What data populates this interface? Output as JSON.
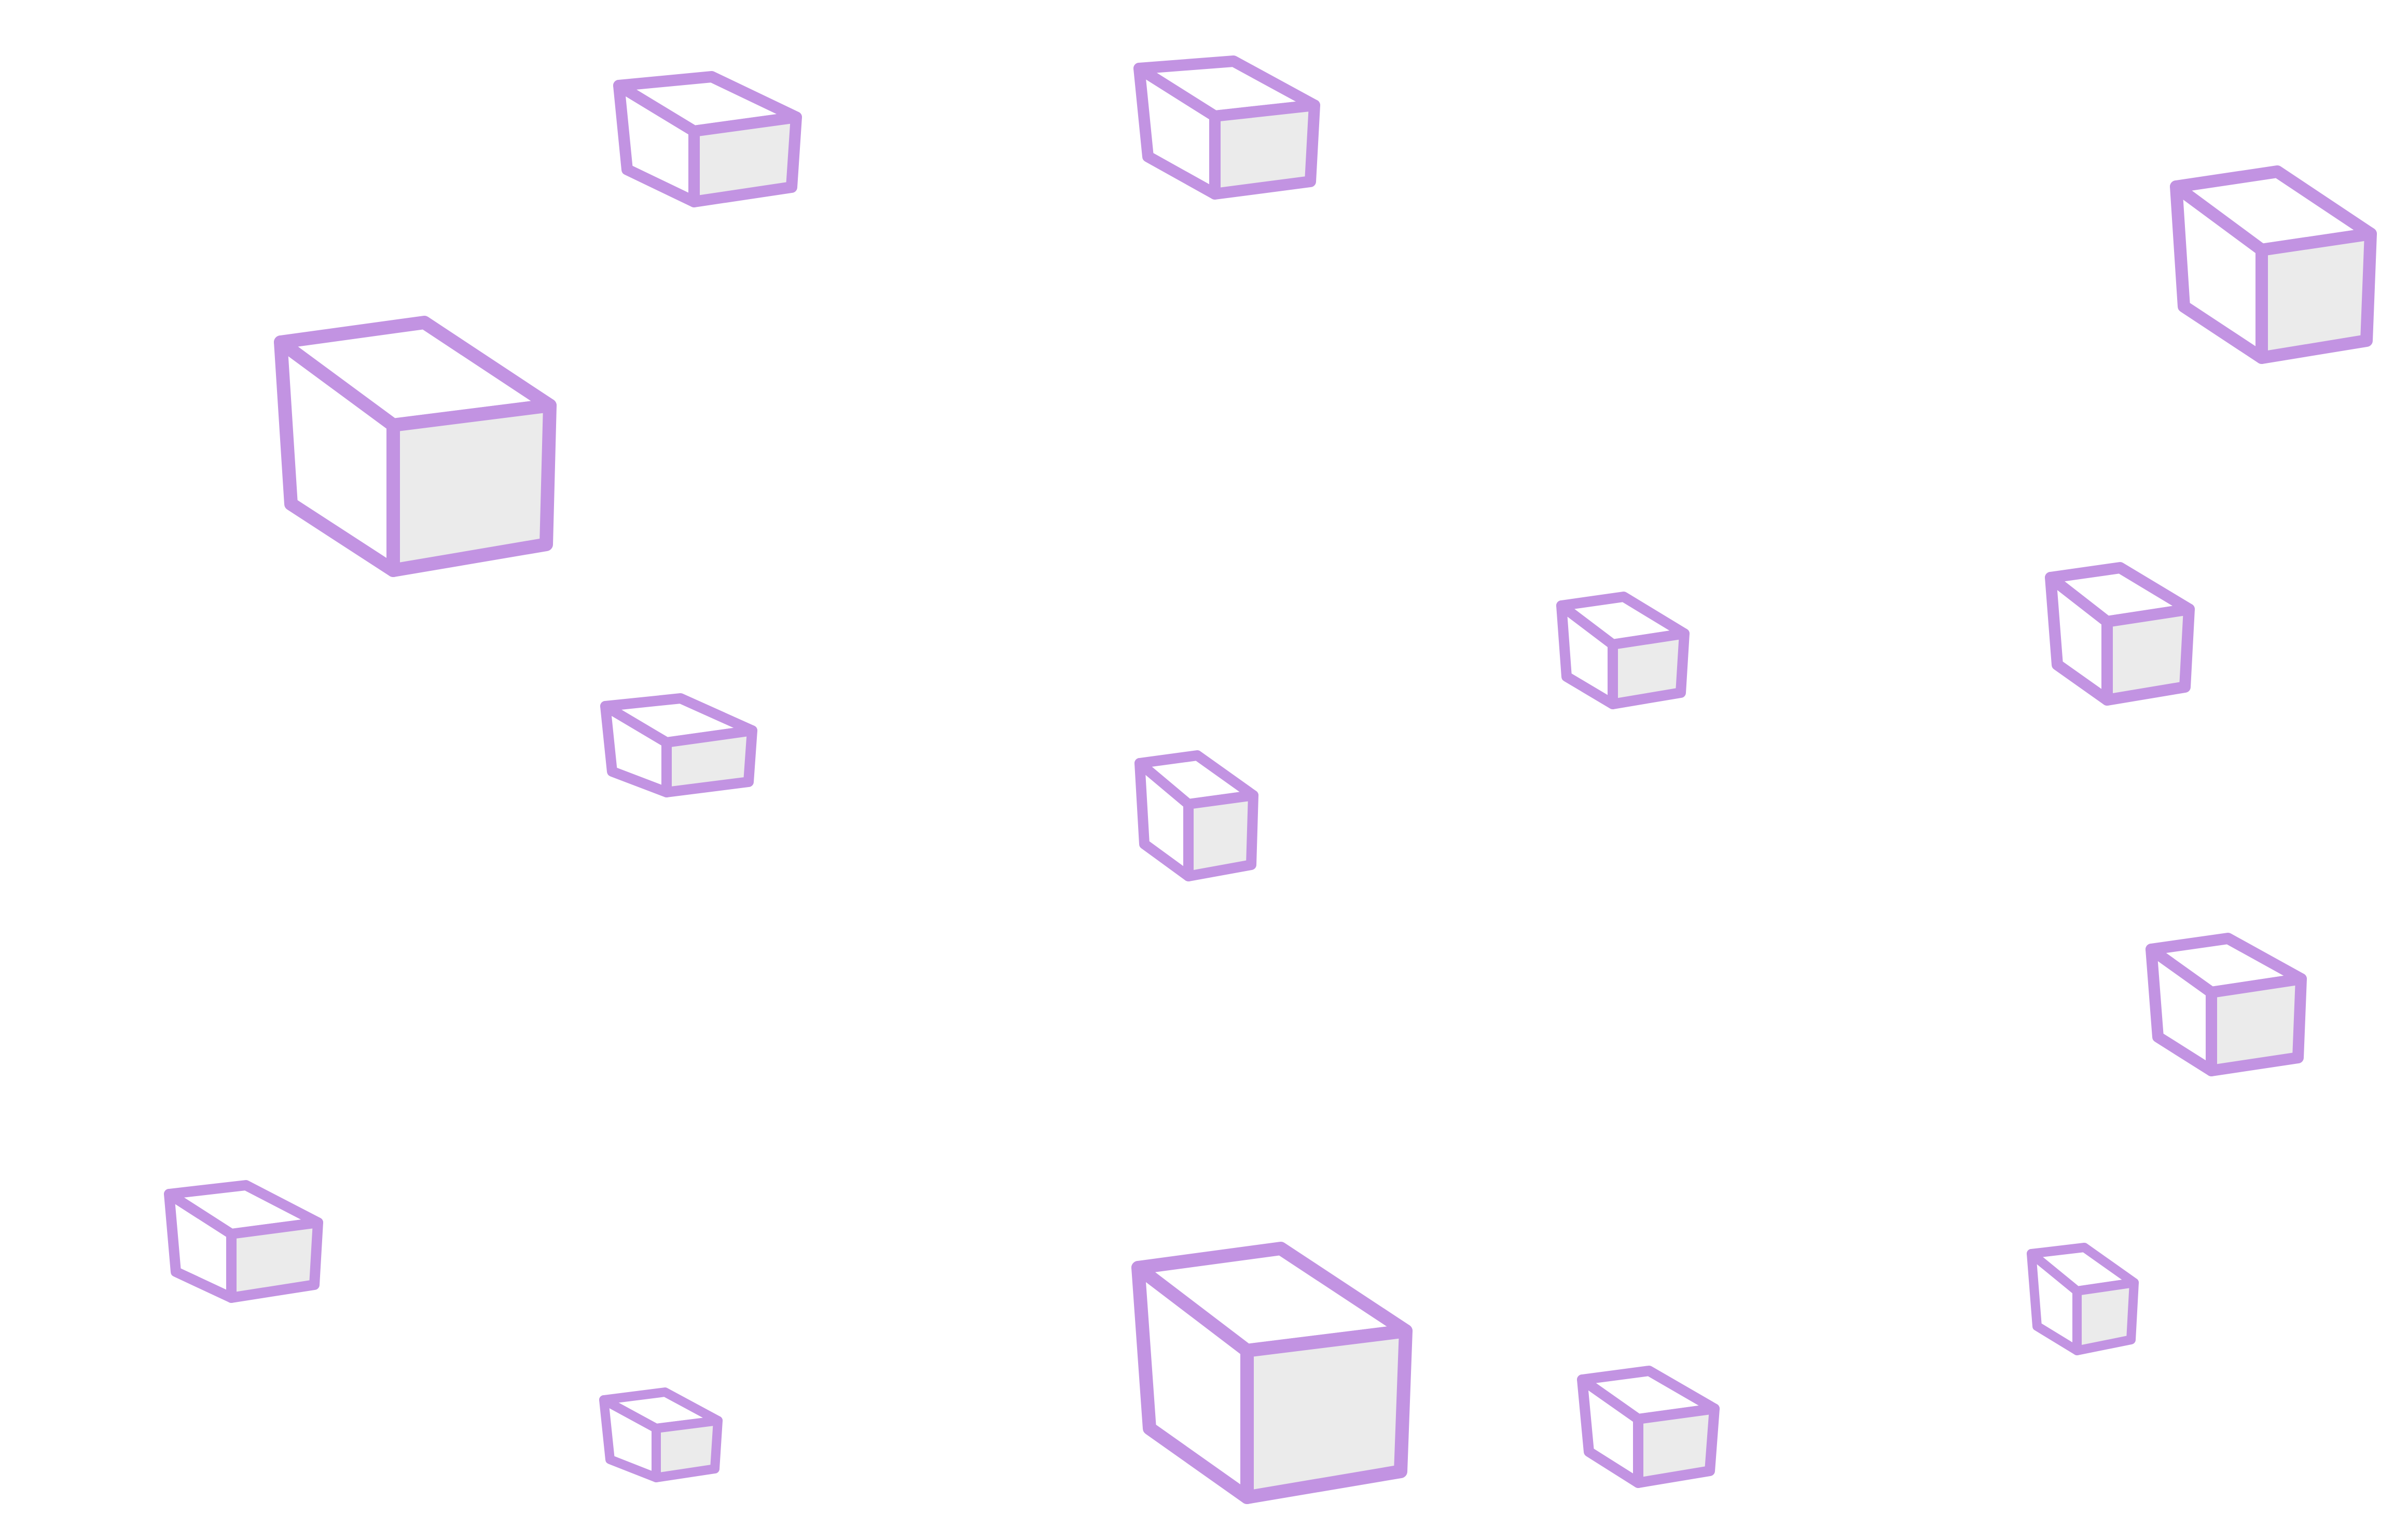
{
  "scene": {
    "background_color": "#ffffff",
    "cube_count": 15,
    "colors": {
      "outline": "#c293e2",
      "front_face": "#ebebeb",
      "side_faces": "#ffffff"
    }
  },
  "cubes": [
    {
      "id": "cube-1"
    },
    {
      "id": "cube-2"
    },
    {
      "id": "cube-3"
    },
    {
      "id": "cube-4"
    },
    {
      "id": "cube-5"
    },
    {
      "id": "cube-6"
    },
    {
      "id": "cube-7"
    },
    {
      "id": "cube-8"
    },
    {
      "id": "cube-9"
    },
    {
      "id": "cube-10"
    },
    {
      "id": "cube-11"
    },
    {
      "id": "cube-12"
    },
    {
      "id": "cube-13"
    },
    {
      "id": "cube-14"
    },
    {
      "id": "cube-15"
    }
  ]
}
